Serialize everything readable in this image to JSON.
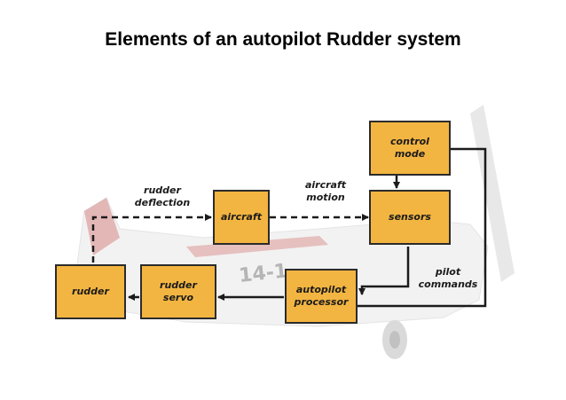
{
  "title": "Elements of an autopilot Rudder system",
  "plane_marking": "14-1",
  "blocks": {
    "control_mode": "control\nmode",
    "aircraft": "aircraft",
    "sensors": "sensors",
    "rudder": "rudder",
    "rudder_servo": "rudder\nservo",
    "autopilot_processor": "autopilot\nprocessor"
  },
  "labels": {
    "rudder_deflection": "rudder\ndeflection",
    "aircraft_motion": "aircraft\nmotion",
    "pilot_commands": "pilot\ncommands"
  },
  "colors": {
    "block_fill": "#f3b541",
    "line": "#1b1b1b",
    "plane_body": "#e9e9e9",
    "plane_red": "#c0504d"
  }
}
